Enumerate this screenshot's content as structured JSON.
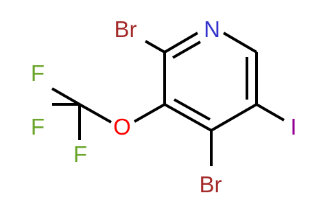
{
  "molecule": {
    "atoms": {
      "nitrogen": "N",
      "bromine_2": "Br",
      "bromine_4": "Br",
      "oxygen": "O",
      "iodine": "I",
      "fluorine_1": "F",
      "fluorine_2": "F",
      "fluorine_3": "F"
    },
    "colors": {
      "bond": "#000000",
      "nitrogen": "#3333cc",
      "bromine": "#a52a2a",
      "oxygen": "#ff0000",
      "iodine": "#940094",
      "fluorine": "#6aa52a"
    }
  }
}
